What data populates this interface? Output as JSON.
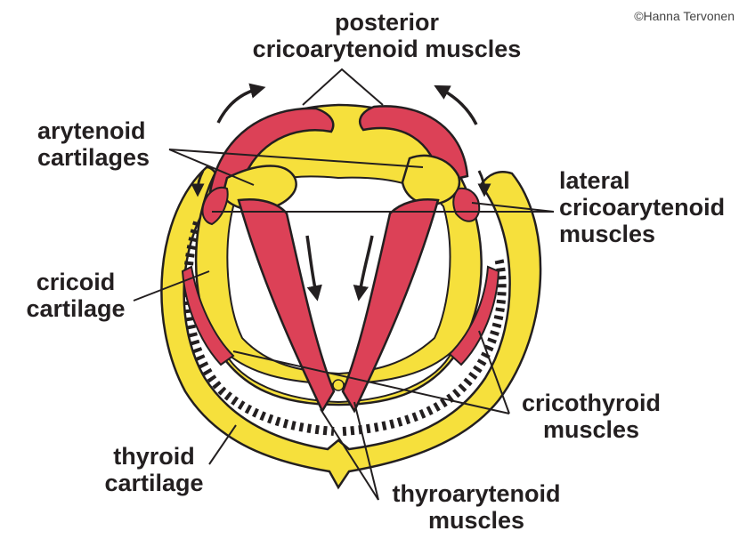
{
  "copyright": "©Hanna Tervonen",
  "labels": {
    "posterior_ca": [
      "posterior",
      "cricoarytenoid muscles"
    ],
    "arytenoid": [
      "arytenoid",
      "cartilages"
    ],
    "lateral_ca": [
      "lateral",
      "cricoarytenoid",
      "muscles"
    ],
    "cricoid": [
      "cricoid",
      "cartilage"
    ],
    "cricothyroid": [
      "cricothyroid",
      "muscles"
    ],
    "thyroid": [
      "thyroid",
      "cartilage"
    ],
    "thyroarytenoid": [
      "thyroarytenoid",
      "muscles"
    ]
  },
  "colors": {
    "cartilage": "#f6e03c",
    "muscle": "#dc4157",
    "outline": "#231f20",
    "background": "#ffffff"
  }
}
